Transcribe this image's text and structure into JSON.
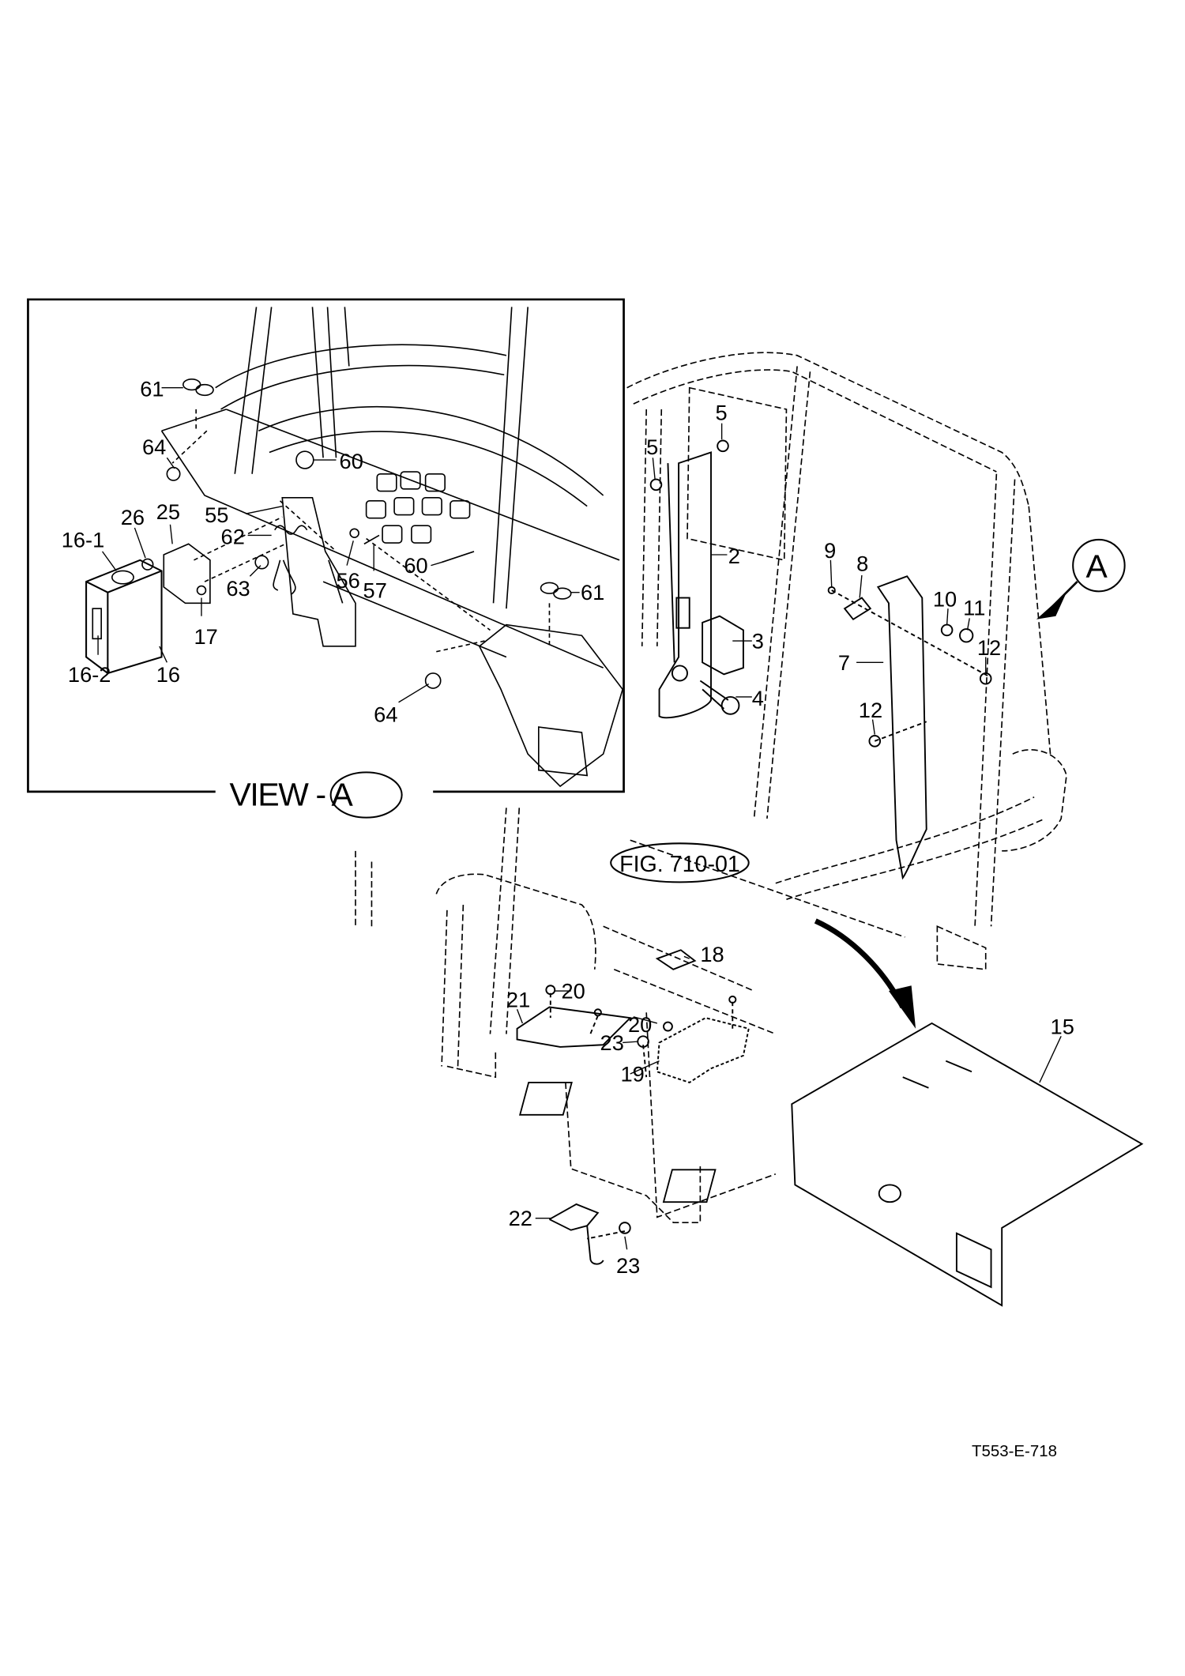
{
  "view_title": "VIEW - A",
  "view_marker": "A",
  "figure_ref": "FIG. 710-01",
  "drawing_code": "T553-E-718",
  "callouts": [
    "61",
    "64",
    "60",
    "16-1",
    "26",
    "25",
    "55",
    "62",
    "63",
    "17",
    "16-2",
    "16",
    "56",
    "57",
    "60",
    "61",
    "64",
    "5",
    "5",
    "2",
    "3",
    "4",
    "9",
    "8",
    "10",
    "11",
    "12",
    "7",
    "12",
    "18",
    "21",
    "20",
    "20",
    "23",
    "19",
    "22",
    "23",
    "15"
  ]
}
